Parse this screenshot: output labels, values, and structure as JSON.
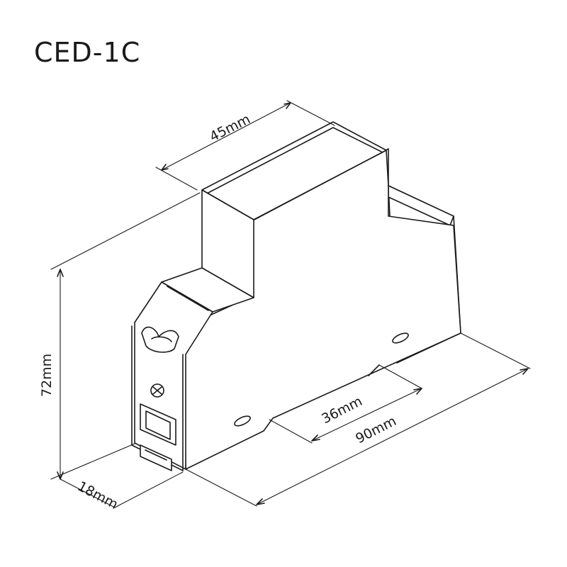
{
  "title": "CED-1C",
  "dimensions": {
    "width": "45mm",
    "height": "72mm",
    "depth": "18mm",
    "length": "90mm",
    "rail": "36mm"
  },
  "colors": {
    "line": "#1a1a1a",
    "background": "#ffffff"
  }
}
